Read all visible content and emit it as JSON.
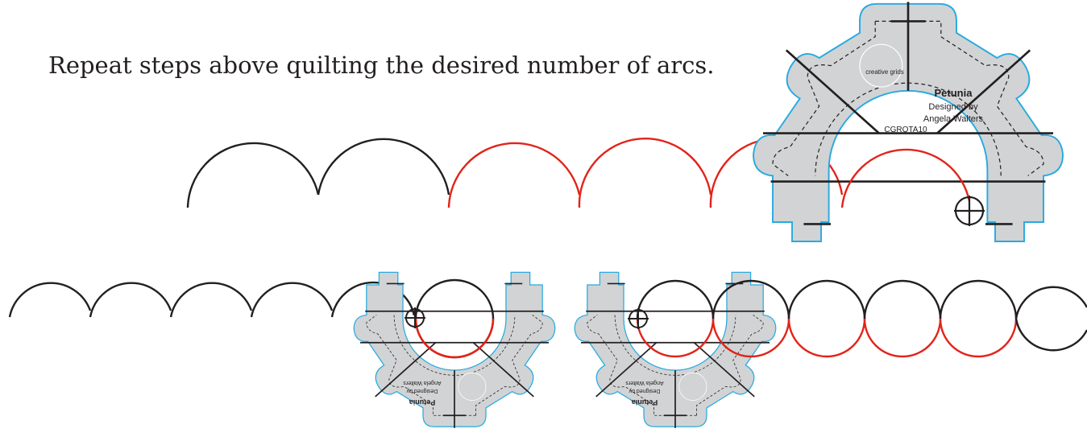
{
  "instruction": "Repeat steps above quilting the desired number of arcs.",
  "template": {
    "name": "Petunia",
    "designer": "Designed by",
    "designer_name": "Angela Walters",
    "model": "CGRQTA10",
    "brand": "creative grids"
  },
  "colors": {
    "outline": "#231f20",
    "stitch": "#e2231a",
    "ruler_fill": "#d1d3d4",
    "ruler_edge": "#27aae1"
  }
}
